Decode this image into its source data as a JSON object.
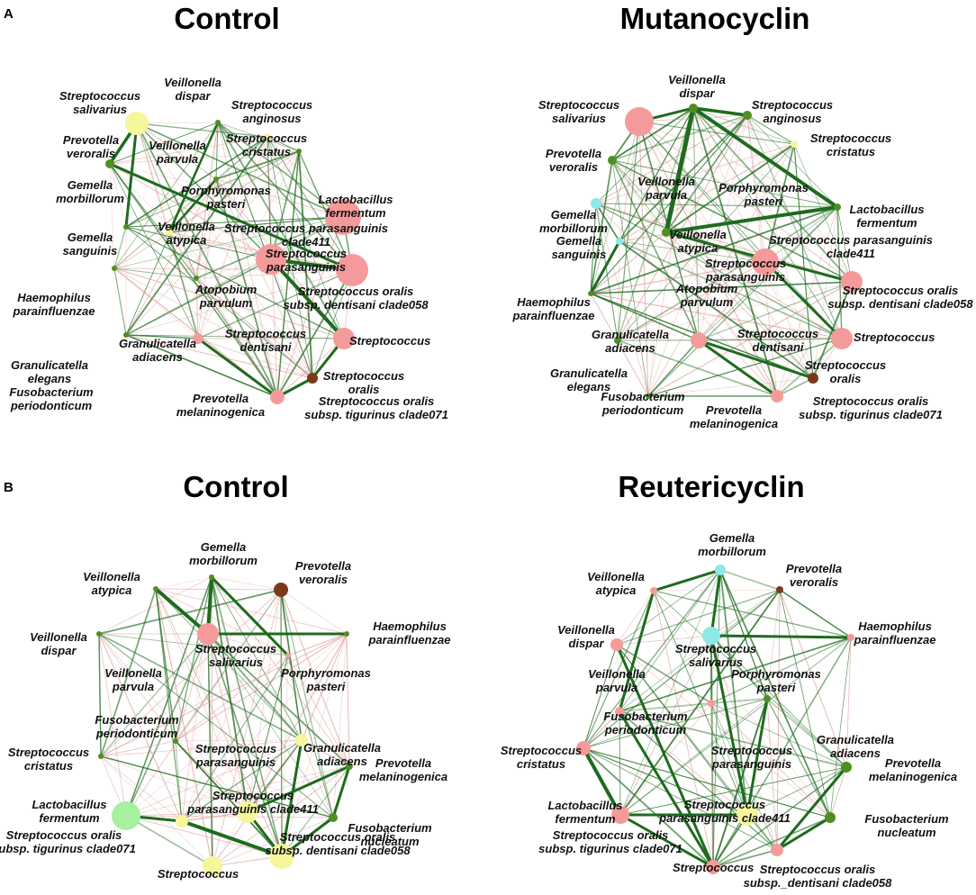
{
  "colors": {
    "positive_edge": "#1e6b1e",
    "negative_edge": "#d98888",
    "node_pink": "#f59a9a",
    "node_yellow": "#f6f69a",
    "node_green": "#a6f0a0",
    "node_darkgreen": "#4f8f1f",
    "node_cyan": "#8fe8e8",
    "node_brown": "#7a3a1a"
  },
  "panels": [
    {
      "letter": "A",
      "networks": [
        {
          "title": "Control"
        },
        {
          "title": "Mutanocyclin"
        }
      ]
    },
    {
      "letter": "B",
      "networks": [
        {
          "title": "Control"
        },
        {
          "title": "Reutericyclin"
        }
      ]
    }
  ],
  "labels": {
    "net0": [
      [
        "Veillonella",
        "dispar"
      ],
      [
        "Streptococcus",
        "salivarius"
      ],
      [
        "Streptococcus",
        "anginosus"
      ],
      [
        "Prevotella",
        "veroralis"
      ],
      [
        "Veillonella",
        "parvula"
      ],
      [
        "Streptococcus",
        "cristatus"
      ],
      [
        "Gemella",
        "morbillorum"
      ],
      [
        "Porphyromonas",
        "pasteri"
      ],
      [
        "Lactobacillus",
        "fermentum"
      ],
      [
        "Gemella",
        "sanguinis"
      ],
      [
        "Veillonella",
        "atypica"
      ],
      [
        "Streptococcus  parasanguinis",
        "clade411"
      ],
      [
        "Streptococcus",
        "parasanguinis"
      ],
      [
        "Haemophilus",
        "parainfluenzae"
      ],
      [
        "Atopobium",
        "parvulum"
      ],
      [
        "Streptococcus  oralis",
        "subsp. dentisani clade058"
      ],
      [
        "Granulicatella",
        "adiacens"
      ],
      [
        "Streptococcus",
        "dentisani"
      ],
      [
        "Streptococcus"
      ],
      [
        "Granulicatella",
        "elegans"
      ],
      [
        "Fusobacterium",
        "periodonticum"
      ],
      [
        "Streptococcus",
        "oralis"
      ],
      [
        "Prevotella",
        "melaninogenica"
      ],
      [
        "Streptococcus  oralis",
        "subsp. tigurinus clade071"
      ]
    ],
    "net1": [
      [
        "Veillonella",
        "dispar"
      ],
      [
        "Streptococcus",
        "salivarius"
      ],
      [
        "Streptococcus",
        "anginosus"
      ],
      [
        "Streptococcus",
        "cristatus"
      ],
      [
        "Prevotella",
        "veroralis"
      ],
      [
        "Veillonella",
        "parvula"
      ],
      [
        "Porphyromonas",
        "pasteri"
      ],
      [
        "Gemella",
        "morbillorum"
      ],
      [
        "Lactobacillus",
        "fermentum"
      ],
      [
        "Veillonella",
        "atypica"
      ],
      [
        "Gemella",
        "sanguinis"
      ],
      [
        "Streptococcus  parasanguinis",
        "clade411"
      ],
      [
        "Streptococcus",
        "parasanguinis"
      ],
      [
        "Streptococcus  oralis",
        "subsp. dentisani clade058"
      ],
      [
        "Haemophilus",
        "parainfluenzae"
      ],
      [
        "Atopobium",
        "parvulum"
      ],
      [
        "Granulicatella",
        "adiacens"
      ],
      [
        "Streptococcus",
        "dentisani"
      ],
      [
        "Streptococcus"
      ],
      [
        "Streptococcus",
        "oralis"
      ],
      [
        "Granulicatella",
        "elegans"
      ],
      [
        "Fusobacterium",
        "periodonticum"
      ],
      [
        "Prevotella",
        "melaninogenica"
      ],
      [
        "Streptococcus  oralis",
        "subsp. tigurinus clade071"
      ]
    ],
    "net2": [
      [
        "Gemella",
        "morbillorum"
      ],
      [
        "Prevotella",
        "veroralis"
      ],
      [
        "Veillonella",
        "atypica"
      ],
      [
        "Streptococcus",
        "salivarius"
      ],
      [
        "Haemophilus",
        "parainfluenzae"
      ],
      [
        "Veillonella",
        "dispar"
      ],
      [
        "Veillonella",
        "parvula"
      ],
      [
        "Porphyromonas",
        "pasteri"
      ],
      [
        "Fusobacterium",
        "periodonticum"
      ],
      [
        "Granulicatella",
        "adiacens"
      ],
      [
        "Streptococcus",
        "parasanguinis"
      ],
      [
        "Streptococcus",
        "cristatus"
      ],
      [
        "Prevotella",
        "melaninogenica"
      ],
      [
        "Streptococcus",
        "parasanguinis clade411"
      ],
      [
        "Lactobacillus",
        "fermentum"
      ],
      [
        "Fusobacterium",
        "nucleatum"
      ],
      [
        "Streptococcus  oralis",
        "subsp. tigurinus clade071"
      ],
      [
        "Streptococcus  oralis",
        "subsp. dentisani clade058"
      ],
      [
        "Streptococcus"
      ]
    ],
    "net3": [
      [
        "Gemella",
        "morbillorum"
      ],
      [
        "Prevotella",
        "veroralis"
      ],
      [
        "Veillonella",
        "atypica"
      ],
      [
        "Veillonella",
        "dispar"
      ],
      [
        "Streptococcus",
        "salivarius"
      ],
      [
        "Haemophilus",
        "parainfluenzae"
      ],
      [
        "Veillonella",
        "parvula"
      ],
      [
        "Porphyromonas",
        "pasteri"
      ],
      [
        "Fusobacterium",
        "periodonticum"
      ],
      [
        "Granulicatella",
        "adiacens"
      ],
      [
        "Streptococcus",
        "parasanguinis"
      ],
      [
        "Streptococcus",
        "cristatus"
      ],
      [
        "Prevotella",
        "melaninogenica"
      ],
      [
        "Lactobacillus",
        "fermentum"
      ],
      [
        "Streptococcus",
        "parasanguinis clade411"
      ],
      [
        "Fusobacterium",
        "nucleatum"
      ],
      [
        "Streptococcus  oralis",
        "subsp. tigurinus clade071"
      ],
      [
        "Streptococcus"
      ],
      [
        "Streptococcus  oralis",
        "subsp._dentisani clade058"
      ]
    ]
  }
}
